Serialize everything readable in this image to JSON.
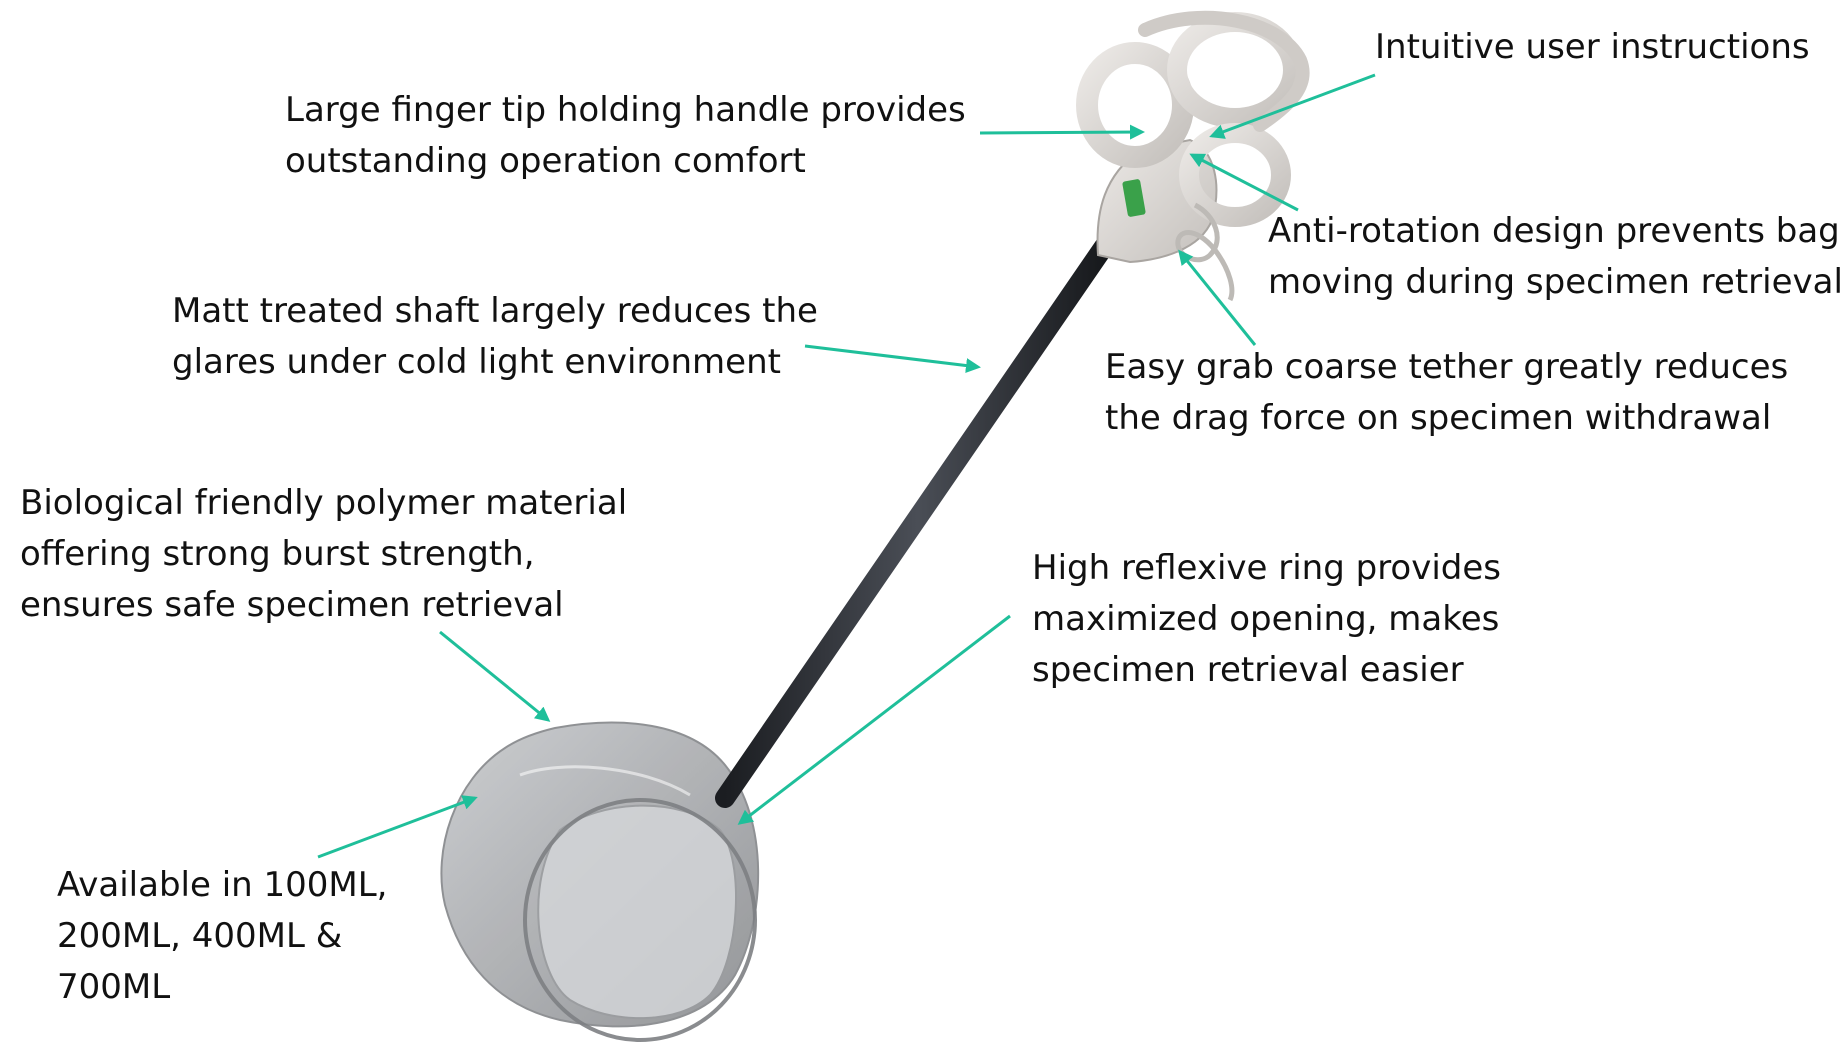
{
  "colors": {
    "arrow": "#1fbf9a",
    "text": "#111111",
    "shaft": "#2a2d33",
    "handle": "#d9d6d3",
    "bag": "#b7b9bc",
    "brand_badge": "#3aa14a"
  },
  "icons": {
    "product": "specimen-retrieval-bag-icon",
    "logo": "brand-logo-icon"
  },
  "callouts": {
    "instructions": {
      "lines": [
        "Intuitive user instructions"
      ]
    },
    "handle": {
      "lines": [
        "Large finger tip holding handle provides",
        "outstanding operation comfort"
      ]
    },
    "antirotation": {
      "lines": [
        "Anti-rotation design prevents bag",
        "moving during specimen retrieval"
      ]
    },
    "shaft": {
      "lines": [
        "Matt treated shaft largely reduces the",
        "glares under cold light environment"
      ]
    },
    "tether": {
      "lines": [
        "Easy grab coarse tether greatly reduces",
        "the drag force on specimen withdrawal"
      ]
    },
    "polymer": {
      "lines": [
        "Biological friendly polymer material",
        "offering strong burst strength,",
        "ensures safe specimen retrieval"
      ]
    },
    "ring": {
      "lines": [
        "High reflexive ring provides",
        "maximized opening, makes",
        "specimen retrieval easier"
      ]
    },
    "sizes": {
      "lines": [
        "Available in 100ML,",
        "200ML, 400ML &",
        "700ML"
      ]
    }
  }
}
